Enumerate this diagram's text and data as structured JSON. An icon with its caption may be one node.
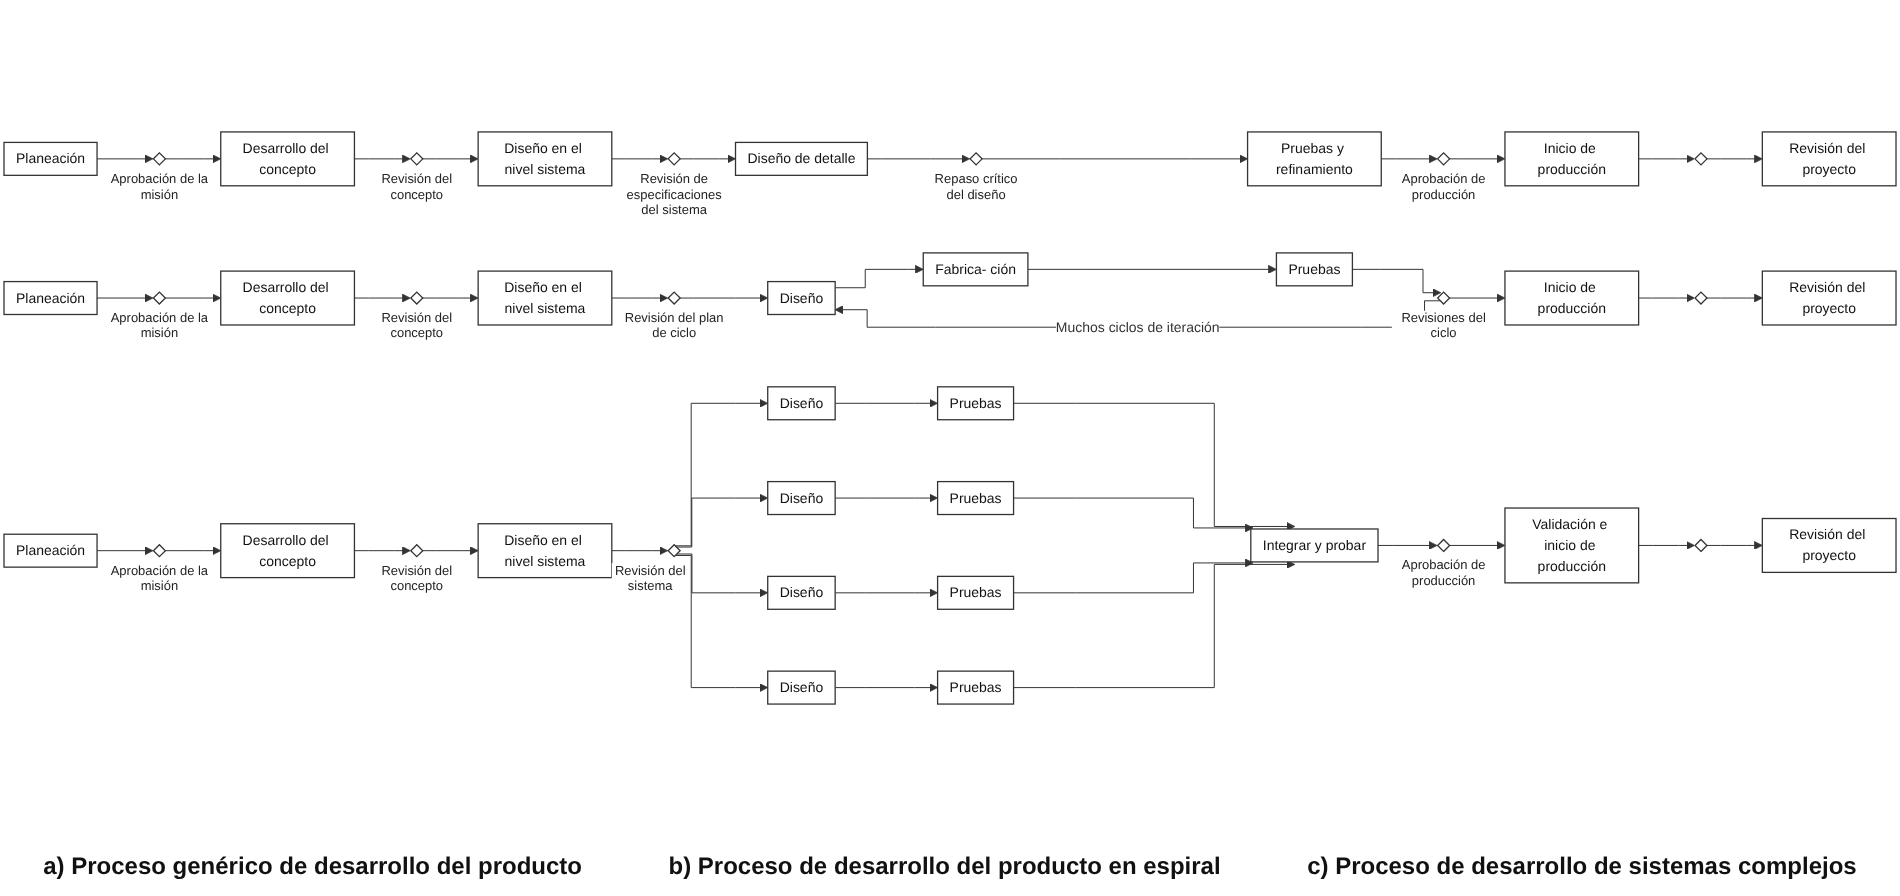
{
  "diagram": {
    "nodes": [
      {
        "text": [
          "Planeación"
        ]
      },
      {
        "text": [],
        "shape": "diamond",
        "beside": [
          "Aprobación de la misión"
        ]
      },
      {
        "text": [
          "Desarrollo del concepto"
        ]
      },
      {
        "text": [],
        "shape": "diamond",
        "beside": [
          "Revisión del concepto"
        ]
      },
      {
        "text": [
          "Diseño en el nivel sistema"
        ]
      },
      {
        "text": [],
        "shape": "diamond",
        "beside": [
          "Revisión de especificaciones del sistema"
        ]
      },
      {
        "text": [
          "Diseño de detalle"
        ]
      },
      {
        "text": [],
        "shape": "diamond",
        "beside": [
          "Repaso crítico del diseño"
        ]
      },
      {
        "text": [
          "Pruebas y refinamiento"
        ]
      },
      {
        "text": [],
        "shape": "diamond",
        "beside": [
          "Aprobación de producción"
        ]
      },
      {
        "text": [
          "Inicio de producción"
        ]
      },
      {
        "text": [],
        "shape": "diamond"
      },
      {
        "text": [
          "Revisión del proyecto"
        ]
      },
      {
        "text": [
          "Planeación"
        ]
      },
      {
        "text": [],
        "shape": "diamond",
        "beside": [
          "Aprobación de la misión"
        ]
      },
      {
        "text": [
          "Desarrollo del concepto"
        ]
      },
      {
        "text": [],
        "shape": "diamond",
        "beside": [
          "Revisión del concepto"
        ]
      },
      {
        "text": [
          "Diseño en el nivel sistema"
        ]
      },
      {
        "text": [],
        "shape": "diamond",
        "beside": [
          "Revisión del plan de ciclo"
        ]
      },
      {
        "text": [
          "Diseño"
        ]
      },
      {
        "text": [
          "Fabrica- ción"
        ]
      },
      {
        "text": [
          "Pruebas"
        ]
      },
      {
        "text": [],
        "shape": "diamond",
        "beside": [
          "Revisiones del ciclo"
        ]
      },
      {
        "text": [
          "Inicio de producción"
        ]
      },
      {
        "text": [],
        "shape": "diamond"
      },
      {
        "text": [
          "Revisión del proyecto"
        ]
      },
      {
        "text": [
          "Planeación"
        ]
      },
      {
        "text": [],
        "shape": "diamond",
        "beside": [
          "Aprobación de la misión"
        ]
      },
      {
        "text": [
          "Desarrollo del concepto"
        ]
      },
      {
        "text": [],
        "shape": "diamond",
        "beside": [
          "Revisión del concepto"
        ]
      },
      {
        "text": [
          "Diseño en el nivel sistema"
        ]
      },
      {
        "text": [],
        "shape": "diamond",
        "beside": [
          "Revisión del sistema"
        ]
      },
      {
        "text": [
          "Diseño"
        ]
      },
      {
        "text": [
          "Pruebas"
        ]
      },
      {
        "text": [
          "Diseño"
        ]
      },
      {
        "text": [
          "Pruebas"
        ]
      },
      {
        "text": [
          "Diseño"
        ]
      },
      {
        "text": [
          "Pruebas"
        ]
      },
      {
        "text": [
          "Diseño"
        ]
      },
      {
        "text": [
          "Pruebas"
        ]
      },
      {
        "text": [
          "Integrar y probar"
        ]
      },
      {
        "text": [],
        "shape": "diamond",
        "beside": [
          "Aprobación de producción"
        ]
      },
      {
        "text": [
          "Validación e inicio de producción"
        ]
      },
      {
        "text": [],
        "shape": "diamond"
      },
      {
        "text": [
          "Revisión del proyecto"
        ]
      }
    ],
    "edges": [
      {
        "from": 0,
        "to": 1,
        "arrow": "to"
      },
      {
        "from": 1,
        "to": 2,
        "arrow": "to"
      },
      {
        "from": 2,
        "to": 3,
        "arrow": "to"
      },
      {
        "from": 3,
        "to": 4,
        "arrow": "to"
      },
      {
        "from": 4,
        "to": 5,
        "arrow": "to"
      },
      {
        "from": 5,
        "to": 6,
        "arrow": "to"
      },
      {
        "from": 6,
        "to": 7,
        "arrow": "to"
      },
      {
        "from": 7,
        "to": 8,
        "arrow": "to"
      },
      {
        "from": 8,
        "to": 9,
        "arrow": "to"
      },
      {
        "from": 9,
        "to": 10,
        "arrow": "to"
      },
      {
        "from": 10,
        "to": 11,
        "arrow": "to"
      },
      {
        "from": 11,
        "to": 12,
        "arrow": "to"
      },
      {
        "from": 13,
        "to": 14,
        "arrow": "to"
      },
      {
        "from": 14,
        "to": 15,
        "arrow": "to"
      },
      {
        "from": 15,
        "to": 16,
        "arrow": "to"
      },
      {
        "from": 16,
        "to": 17,
        "arrow": "to"
      },
      {
        "from": 17,
        "to": 18,
        "arrow": "to"
      },
      {
        "from": 18,
        "to": 19,
        "arrow": "to"
      },
      {
        "from": 19,
        "to": 20,
        "arrow": "to"
      },
      {
        "from": 20,
        "to": 21,
        "arrow": "to"
      },
      {
        "from": 21,
        "to": 22,
        "arrow": "to"
      },
      {
        "from": 22,
        "to": 19,
        "arrow": "to",
        "label": "Muchos ciclos de iteración"
      },
      {
        "from": 22,
        "to": 23,
        "arrow": "to"
      },
      {
        "from": 23,
        "to": 24,
        "arrow": "to"
      },
      {
        "from": 24,
        "to": 25,
        "arrow": "to"
      },
      {
        "from": 26,
        "to": 27,
        "arrow": "to"
      },
      {
        "from": 27,
        "to": 28,
        "arrow": "to"
      },
      {
        "from": 28,
        "to": 29,
        "arrow": "to"
      },
      {
        "from": 29,
        "to": 30,
        "arrow": "to"
      },
      {
        "from": 30,
        "to": 31,
        "arrow": "to"
      },
      {
        "from": 31,
        "to": 32,
        "arrow": "to"
      },
      {
        "from": 31,
        "to": 34,
        "arrow": "to"
      },
      {
        "from": 31,
        "to": 36,
        "arrow": "to"
      },
      {
        "from": 31,
        "to": 38,
        "arrow": "to"
      },
      {
        "from": 32,
        "to": 33,
        "arrow": "to"
      },
      {
        "from": 34,
        "to": 35,
        "arrow": "to"
      },
      {
        "from": 36,
        "to": 37,
        "arrow": "to"
      },
      {
        "from": 38,
        "to": 39,
        "arrow": "to"
      },
      {
        "from": 33,
        "to": 40,
        "arrow": "to"
      },
      {
        "from": 35,
        "to": 40,
        "arrow": "to"
      },
      {
        "from": 37,
        "to": 40,
        "arrow": "to"
      },
      {
        "from": 39,
        "to": 40,
        "arrow": "to"
      },
      {
        "from": 40,
        "to": 41,
        "arrow": "to"
      },
      {
        "from": 41,
        "to": 42,
        "arrow": "to"
      },
      {
        "from": 42,
        "to": 43,
        "arrow": "to"
      },
      {
        "from": 43,
        "to": 44,
        "arrow": "to"
      }
    ],
    "labels": [
      "a) Proceso genérico de desarrollo del producto",
      "b) Proceso de desarrollo del producto en espiral",
      "c) Proceso de desarrollo de sistemas complejos"
    ]
  }
}
